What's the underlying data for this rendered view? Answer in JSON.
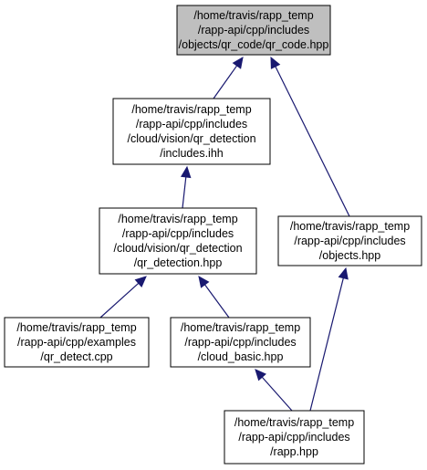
{
  "diagram": {
    "type": "include-dependency-graph",
    "colors": {
      "highlighted_fill": "#bfbfbf",
      "node_fill": "#ffffff",
      "node_border": "#000000",
      "edge": "#191970"
    },
    "nodes": [
      {
        "id": "qr_code_hpp",
        "highlighted": true,
        "lines": [
          "/home/travis/rapp_temp",
          "/rapp-api/cpp/includes",
          "/objects/qr_code/qr_code.hpp"
        ]
      },
      {
        "id": "includes_ihh",
        "highlighted": false,
        "lines": [
          "/home/travis/rapp_temp",
          "/rapp-api/cpp/includes",
          "/cloud/vision/qr_detection",
          "/includes.ihh"
        ]
      },
      {
        "id": "qr_detection_hpp",
        "highlighted": false,
        "lines": [
          "/home/travis/rapp_temp",
          "/rapp-api/cpp/includes",
          "/cloud/vision/qr_detection",
          "/qr_detection.hpp"
        ]
      },
      {
        "id": "objects_hpp",
        "highlighted": false,
        "lines": [
          "/home/travis/rapp_temp",
          "/rapp-api/cpp/includes",
          "/objects.hpp"
        ]
      },
      {
        "id": "qr_detect_cpp",
        "highlighted": false,
        "lines": [
          "/home/travis/rapp_temp",
          "/rapp-api/cpp/examples",
          "/qr_detect.cpp"
        ]
      },
      {
        "id": "cloud_basic_hpp",
        "highlighted": false,
        "lines": [
          "/home/travis/rapp_temp",
          "/rapp-api/cpp/includes",
          "/cloud_basic.hpp"
        ]
      },
      {
        "id": "rapp_hpp",
        "highlighted": false,
        "lines": [
          "/home/travis/rapp_temp",
          "/rapp-api/cpp/includes",
          "/rapp.hpp"
        ]
      }
    ],
    "edges": [
      {
        "from": "includes_ihh",
        "to": "qr_code_hpp"
      },
      {
        "from": "objects_hpp",
        "to": "qr_code_hpp"
      },
      {
        "from": "qr_detection_hpp",
        "to": "includes_ihh"
      },
      {
        "from": "qr_detect_cpp",
        "to": "qr_detection_hpp"
      },
      {
        "from": "cloud_basic_hpp",
        "to": "qr_detection_hpp"
      },
      {
        "from": "rapp_hpp",
        "to": "cloud_basic_hpp"
      },
      {
        "from": "rapp_hpp",
        "to": "objects_hpp"
      }
    ]
  }
}
